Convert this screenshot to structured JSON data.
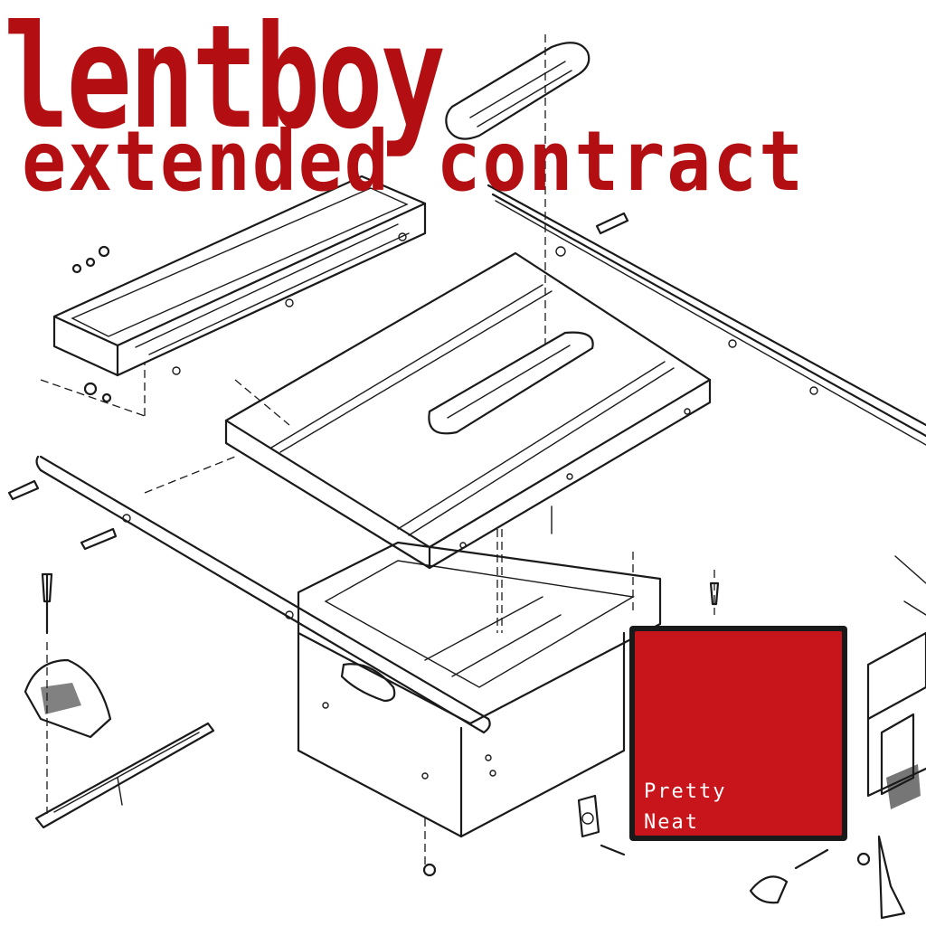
{
  "cover": {
    "artist": "lentboy",
    "title": "extended contract",
    "badge_line1": "Pretty",
    "badge_line2": "Neat"
  },
  "colors": {
    "title_red": "#b30f12",
    "badge_red": "#c8141b",
    "ink": "#1a1a1a",
    "paper": "#ffffff"
  }
}
